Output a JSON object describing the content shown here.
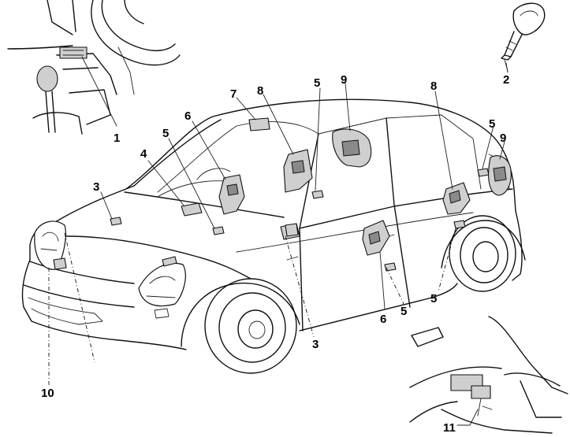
{
  "callouts": [
    {
      "id": "c1",
      "text": "1"
    },
    {
      "id": "c2",
      "text": "2"
    },
    {
      "id": "c3a",
      "text": "3"
    },
    {
      "id": "c3b",
      "text": "3"
    },
    {
      "id": "c4",
      "text": "4"
    },
    {
      "id": "c5a",
      "text": "5"
    },
    {
      "id": "c5b",
      "text": "5"
    },
    {
      "id": "c5c",
      "text": "5"
    },
    {
      "id": "c5d",
      "text": "5"
    },
    {
      "id": "c5e",
      "text": "5"
    },
    {
      "id": "c6a",
      "text": "6"
    },
    {
      "id": "c6b",
      "text": "6"
    },
    {
      "id": "c7",
      "text": "7"
    },
    {
      "id": "c8a",
      "text": "8"
    },
    {
      "id": "c8b",
      "text": "8"
    },
    {
      "id": "c9a",
      "text": "9"
    },
    {
      "id": "c9b",
      "text": "9"
    },
    {
      "id": "c10",
      "text": "10"
    },
    {
      "id": "c11",
      "text": "11"
    }
  ]
}
